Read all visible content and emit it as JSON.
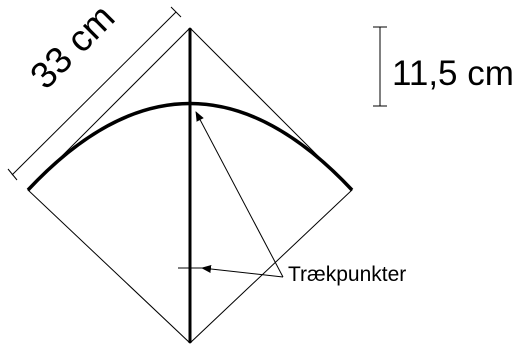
{
  "labels": {
    "side_length": "33 cm",
    "bow_height": "11,5 cm",
    "tow_points": "Trækpunkter"
  },
  "colors": {
    "line": "#000000",
    "background": "#ffffff"
  }
}
